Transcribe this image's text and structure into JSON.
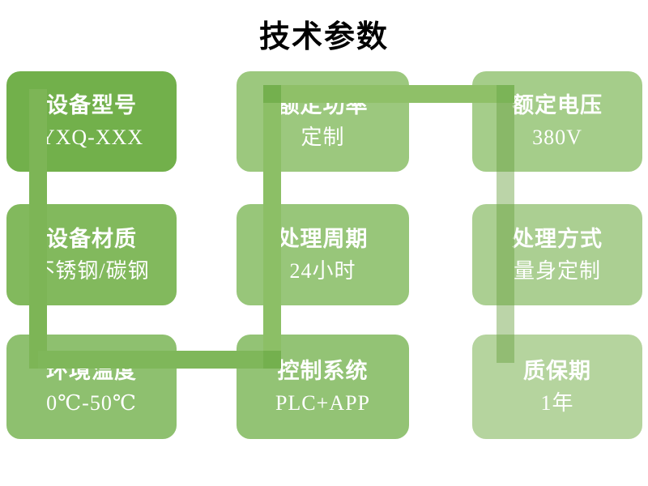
{
  "title": "技术参数",
  "boxes": [
    {
      "name": "device-model",
      "title": "设备型号",
      "value": "YXQ-XXX",
      "color": "#72B04B"
    },
    {
      "name": "rated-power",
      "title": "额定功率",
      "value": "定制",
      "color": "#9CC87E"
    },
    {
      "name": "rated-voltage",
      "title": "额定电压",
      "value": "380V",
      "color": "#A5CD8A"
    },
    {
      "name": "device-material",
      "title": "设备材质",
      "value": "不锈钢/碳钢",
      "color": "#82B95D"
    },
    {
      "name": "processing-cycle",
      "title": "处理周期",
      "value": "24小时",
      "color": "#98C67A"
    },
    {
      "name": "processing-method",
      "title": "处理方式",
      "value": "量身定制",
      "color": "#ABCF92"
    },
    {
      "name": "ambient-temperature",
      "title": "环境温度",
      "value": "0℃-50℃",
      "color": "#8EC06F"
    },
    {
      "name": "control-system",
      "title": "控制系统",
      "value": "PLC+APP",
      "color": "#93C375"
    },
    {
      "name": "warranty-period",
      "title": "质保期",
      "value": "1年",
      "color": "#B5D49E"
    }
  ],
  "connectors": {
    "v_col1": "#7DB556",
    "h_bottom": "#7FB75A",
    "v_col2": "#8CBF66",
    "h_top": "#8FC068",
    "v_col3": "rgba(104,160,62,0.45)",
    "junction_left": "#74B04E",
    "junction_mid": "#74B04E",
    "junction_right": "#7BB457"
  },
  "text_color": "#FFFFFF"
}
